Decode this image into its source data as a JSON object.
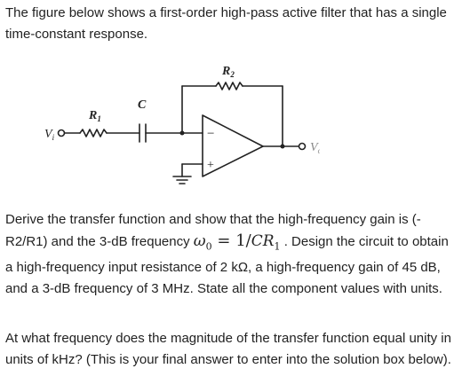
{
  "problem": {
    "intro": "The figure below shows a first-order high-pass active filter that has a single time-constant response.",
    "circuit": {
      "input_label": "V",
      "input_sub": "i",
      "output_label": "V",
      "output_sub": "o",
      "r1_label": "R",
      "r1_sub": "1",
      "r2_label": "R",
      "r2_sub": "2",
      "c_label": "C",
      "minus_sign": "−",
      "plus_sign": "+"
    },
    "paragraph1": {
      "before_math": "Derive the transfer function and show that the high-frequency gain is (-R2/R1) and the 3-dB frequency ",
      "omega": "ω",
      "omega_sub": "0",
      "equals": " = ",
      "fraction": "1/",
      "cr": "CR",
      "cr_sub": "1",
      "after_math": " . Design the circuit to obtain a high-frequency input resistance of 2 kΩ, a high-frequency gain of 45 dB, and a 3-dB frequency of 3 MHz. State all the component values with units."
    },
    "paragraph2": "At what frequency does the magnitude of the transfer function equal unity in units of kHz? (This is your final answer to enter into the solution box below)."
  }
}
